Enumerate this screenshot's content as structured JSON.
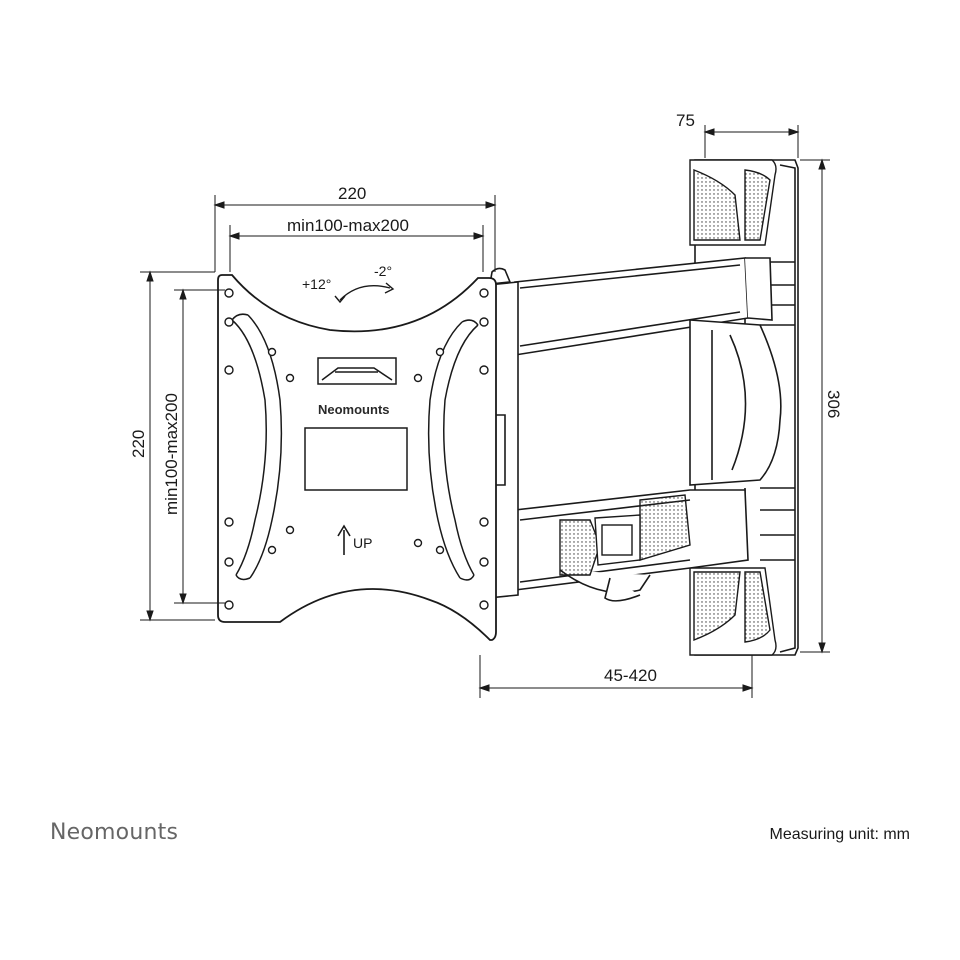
{
  "dimensions": {
    "plate_width": "220",
    "plate_hole_width": "min100-max200",
    "plate_height": "220",
    "plate_hole_height": "min100-max200",
    "wall_plate_depth": "75",
    "wall_plate_height": "306",
    "arm_extension": "45-420"
  },
  "tilt": {
    "up": "+12°",
    "down": "-2°"
  },
  "plate_labels": {
    "logo": "Neomounts",
    "up": "UP"
  },
  "footer": {
    "brand": "Neomounts",
    "measuring_unit": "Measuring unit: mm"
  },
  "colors": {
    "line": "#1a1a1a",
    "brand_gray": "#666666",
    "background": "#ffffff"
  }
}
